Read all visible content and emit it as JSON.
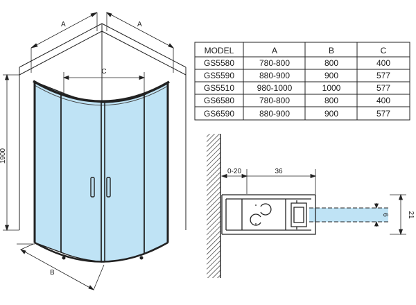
{
  "enclosure": {
    "dim_a_left": "A",
    "dim_a_right": "A",
    "dim_c": "C",
    "dim_b": "B",
    "dim_height": "1900",
    "glass_color": "#bfe3f5"
  },
  "spec_table": {
    "headers": [
      "MODEL",
      "A",
      "B",
      "C"
    ],
    "rows": [
      [
        "GS5580",
        "780-800",
        "800",
        "400"
      ],
      [
        "GS5590",
        "880-900",
        "900",
        "577"
      ],
      [
        "GS5510",
        "980-1000",
        "1000",
        "577"
      ],
      [
        "GS6580",
        "780-800",
        "800",
        "400"
      ],
      [
        "GS6590",
        "880-900",
        "900",
        "577"
      ]
    ]
  },
  "profile_detail": {
    "adjust_label": "0-20",
    "width_label": "36",
    "glass_label": "6",
    "height_label": "21"
  }
}
